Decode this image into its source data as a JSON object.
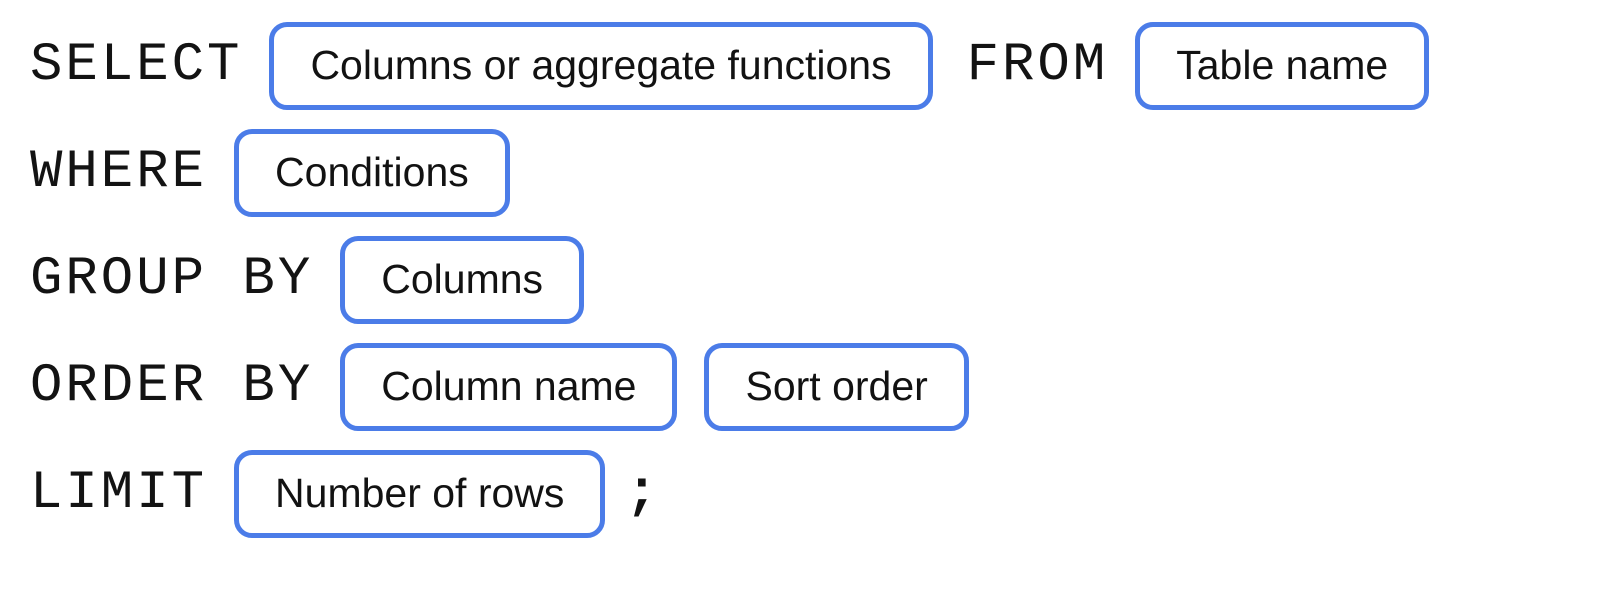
{
  "colors": {
    "box_border": "#4b7ce8",
    "keyword_text": "#131313",
    "box_text": "#121212",
    "background": "#ffffff"
  },
  "diagram": {
    "description_type": "sql-query-syntax-diagram",
    "rows": [
      {
        "segments": [
          {
            "type": "keyword",
            "text": "SELECT"
          },
          {
            "type": "box",
            "text": "Columns or aggregate functions"
          },
          {
            "type": "keyword",
            "text": "FROM"
          },
          {
            "type": "box",
            "text": "Table name"
          }
        ]
      },
      {
        "segments": [
          {
            "type": "keyword",
            "text": "WHERE"
          },
          {
            "type": "box",
            "text": "Conditions"
          }
        ]
      },
      {
        "segments": [
          {
            "type": "keyword",
            "text": "GROUP BY"
          },
          {
            "type": "box",
            "text": "Columns"
          }
        ]
      },
      {
        "segments": [
          {
            "type": "keyword",
            "text": "ORDER BY"
          },
          {
            "type": "box",
            "text": "Column name"
          },
          {
            "type": "box",
            "text": "Sort order"
          }
        ]
      },
      {
        "segments": [
          {
            "type": "keyword",
            "text": "LIMIT"
          },
          {
            "type": "box",
            "text": "Number of rows"
          },
          {
            "type": "punctuation",
            "text": ";"
          }
        ]
      }
    ]
  }
}
